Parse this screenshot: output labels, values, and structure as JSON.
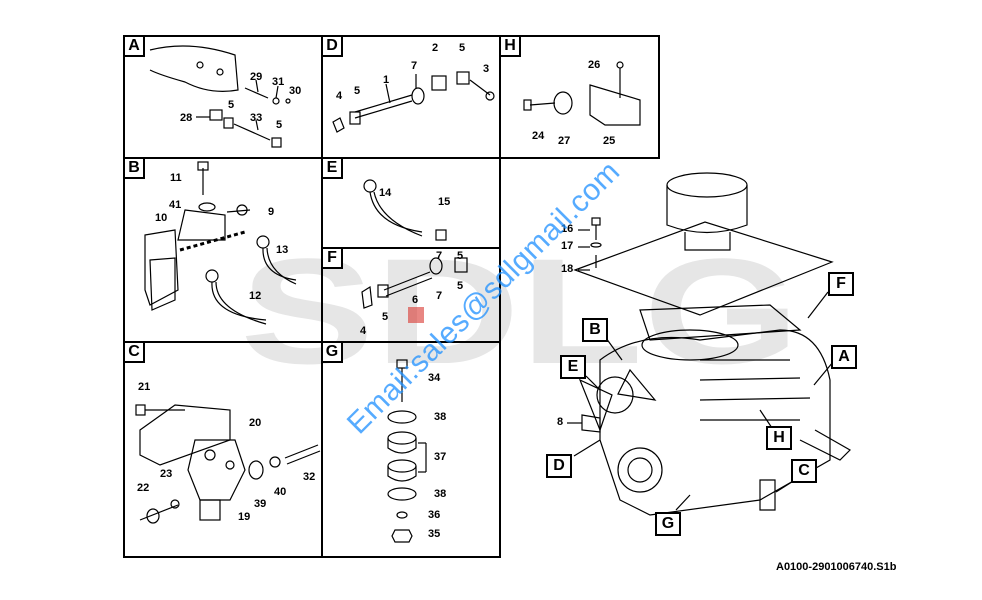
{
  "watermark": {
    "letters": "SDLG",
    "email": "Email:sales@sdlgmail.com"
  },
  "document_code": "A0100-2901006740.S1b",
  "panels": {
    "A": {
      "letter": "A",
      "labels": [
        "29",
        "31",
        "30",
        "28",
        "5",
        "33",
        "5"
      ]
    },
    "B": {
      "letter": "B",
      "labels": [
        "11",
        "41",
        "9",
        "10",
        "13",
        "12"
      ]
    },
    "C": {
      "letter": "C",
      "labels": [
        "21",
        "20",
        "23",
        "22",
        "39",
        "40",
        "32",
        "19"
      ]
    },
    "D": {
      "letter": "D",
      "labels": [
        "2",
        "5",
        "7",
        "1",
        "3",
        "4",
        "5"
      ]
    },
    "E": {
      "letter": "E",
      "labels": [
        "14",
        "15"
      ]
    },
    "F": {
      "letter": "F",
      "labels": [
        "7",
        "5",
        "6",
        "7",
        "5",
        "4",
        "5"
      ]
    },
    "G": {
      "letter": "G",
      "labels": [
        "34",
        "38",
        "37",
        "38",
        "36",
        "35"
      ]
    },
    "H": {
      "letter": "H",
      "labels": [
        "26",
        "24",
        "27",
        "25"
      ]
    }
  },
  "engine": {
    "labels": [
      "16",
      "17",
      "18",
      "8"
    ],
    "callouts": [
      "F",
      "B",
      "A",
      "E",
      "H",
      "D",
      "C",
      "G"
    ]
  },
  "colors": {
    "watermark_gray": "#e6e6e6",
    "watermark_red": "#d9362f",
    "email_blue": "#1e90ff"
  }
}
